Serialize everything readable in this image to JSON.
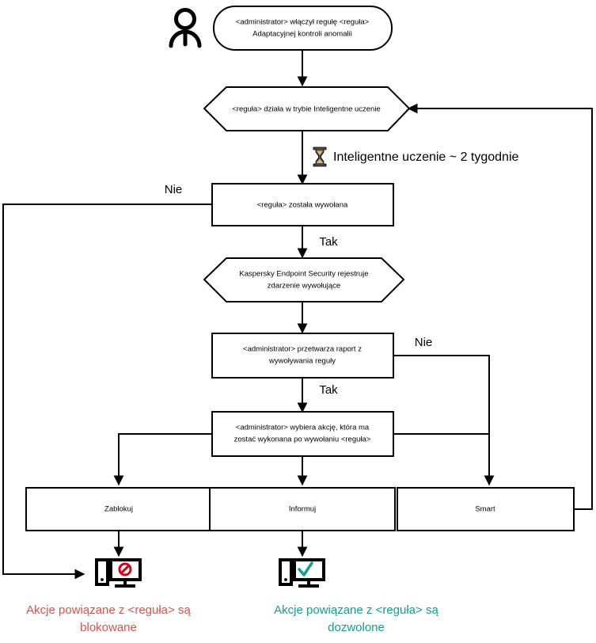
{
  "diagram": {
    "title": "Adaptacyjna kontrola anomalii - schemat dzialania reguly",
    "colors": {
      "line": "#000000",
      "blocked": "#d9534f",
      "allowed": "#129e8e",
      "background": "#ffffff"
    },
    "actor": {
      "icon": "person-icon"
    },
    "nodes": {
      "start": {
        "shape": "rounded-rectangle",
        "line1": "<administrator> włączył regułę <reguła>",
        "line2": "Adaptacyjnej kontroli anomalii"
      },
      "learning_mode": {
        "shape": "hexagon",
        "line1": "<reguła> działa w trybie Inteligentne uczenie"
      },
      "rule_triggered": {
        "shape": "rectangle",
        "line1": "<reguła> została wywołana"
      },
      "kes_logs": {
        "shape": "hexagon",
        "line1": "Kaspersky Endpoint Security rejestruje",
        "line2": "zdarzenie wywołujące"
      },
      "admin_report": {
        "shape": "rectangle",
        "line1": "<administrator> przetwarza raport z",
        "line2": "wywoływania reguły"
      },
      "admin_action": {
        "shape": "rectangle",
        "line1": "<administrator> wybiera akcję, która ma",
        "line2": "zostać wykonana po wywołaniu <reguła>"
      },
      "block_action": {
        "shape": "rectangle",
        "line1": "Zablokuj"
      },
      "inform_action": {
        "shape": "rectangle",
        "line1": "Informuj"
      },
      "smart_action": {
        "shape": "rectangle",
        "line1": "Smart"
      }
    },
    "timer": {
      "icon": "hourglass-icon",
      "label": "Inteligentne uczenie ~ 2 tygodnie"
    },
    "edge_labels": {
      "rule_triggered_no": "Nie",
      "rule_triggered_yes": "Tak",
      "admin_report_no": "Nie",
      "admin_report_yes": "Tak"
    },
    "outcomes": {
      "blocked": {
        "icon": "monitor-blocked-icon",
        "line1": "Akcje powiązane z <reguła> są",
        "line2": "blokowane"
      },
      "allowed": {
        "icon": "monitor-allowed-icon",
        "line1": "Akcje powiązane z <reguła> są",
        "line2": "dozwolone"
      }
    }
  }
}
